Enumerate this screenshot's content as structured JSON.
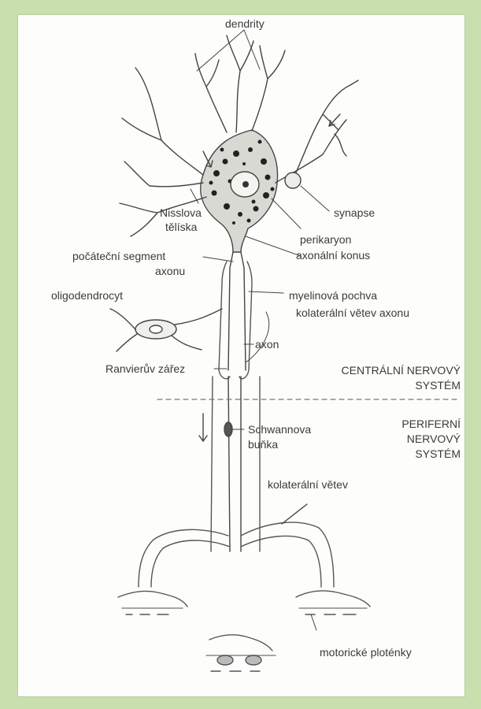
{
  "labels": {
    "dendrites": "dendrity",
    "synapse": "synapse",
    "nissl_line1": "Nisslova",
    "nissl_line2": "tělíska",
    "perikaryon": "perikaryon",
    "axon_hillock": "axonální konus",
    "initial_segment_line1": "počáteční segment",
    "initial_segment_line2": "axonu",
    "oligodendrocyte": "oligodendrocyt",
    "myelin_sheath": "myelinová pochva",
    "axon_collateral": "kolaterální větev  axonu",
    "axon": "axon",
    "ranvier_node": "Ranvierův zářez",
    "cns_line1": "CENTRÁLNÍ NERVOVÝ",
    "cns_line2": "SYSTÉM",
    "pns_line1": "PERIFERNÍ",
    "pns_line2": "NERVOVÝ",
    "pns_line3": "SYSTÉM",
    "schwann_line1": "Schwannova",
    "schwann_line2": "buňka",
    "collateral_branch": "kolaterální větev",
    "motor_endplates": "motorické ploténky"
  },
  "colors": {
    "background": "#c9dfae",
    "panel": "#fdfdfb",
    "ink": "#3a3a3a",
    "myelin_tint": "#b9c7d6"
  }
}
